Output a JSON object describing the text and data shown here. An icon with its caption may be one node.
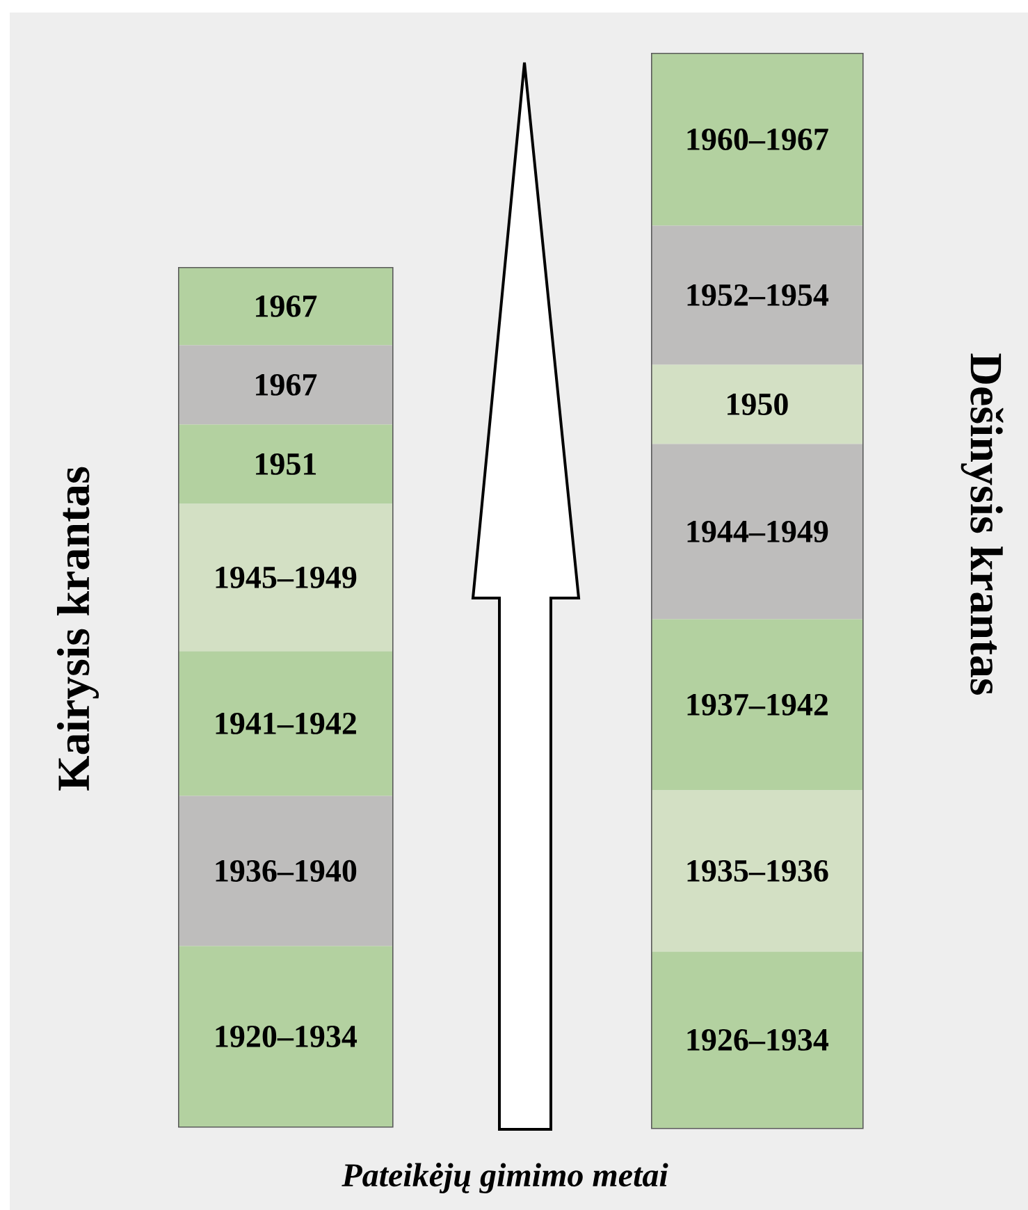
{
  "diagram": {
    "nodes": [
      {
        "text": [
          "Kairysis krantas"
        ]
      },
      {
        "text": [
          "1967"
        ],
        "in": 0
      },
      {
        "text": [
          "1967"
        ],
        "in": 0
      },
      {
        "text": [
          "1951"
        ],
        "in": 0
      },
      {
        "text": [
          "1945–1949"
        ],
        "in": 0
      },
      {
        "text": [
          "1941–1942"
        ],
        "in": 0
      },
      {
        "text": [
          "1936–1940"
        ],
        "in": 0
      },
      {
        "text": [
          "1920–1934"
        ],
        "in": 0
      },
      {
        "text": [
          "Dešinysis krantas"
        ]
      },
      {
        "text": [
          "1960–1967"
        ],
        "in": 8
      },
      {
        "text": [
          "1952–1954"
        ],
        "in": 8
      },
      {
        "text": [
          "1950"
        ],
        "in": 8
      },
      {
        "text": [
          "1944–1949"
        ],
        "in": 8
      },
      {
        "text": [
          "1937–1942"
        ],
        "in": 8
      },
      {
        "text": [
          "1935–1936"
        ],
        "in": 8
      },
      {
        "text": [
          "1926–1934"
        ],
        "in": 8
      }
    ],
    "edges": [],
    "labels": [
      "Pateikėjų gimimo metai"
    ]
  }
}
